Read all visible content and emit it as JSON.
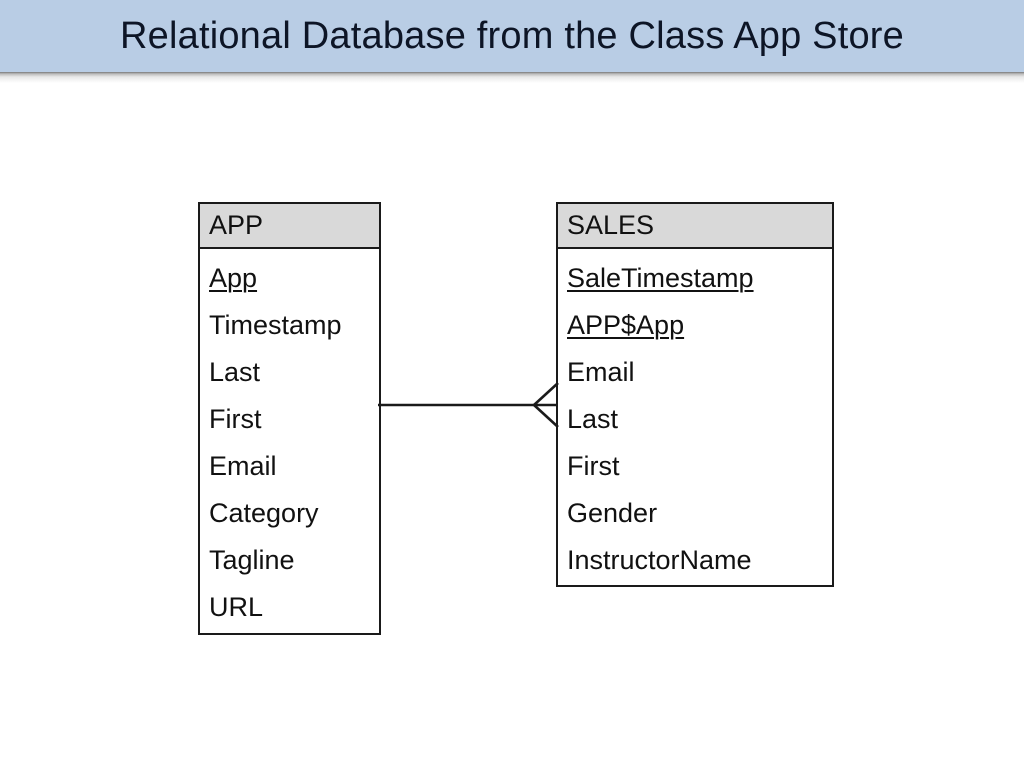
{
  "slide": {
    "title": "Relational Database from the Class App Store",
    "title_bar_color": "#b9cde5",
    "title_text_color": "#0d1526",
    "background_color": "#ffffff"
  },
  "diagram": {
    "type": "entity-relationship-diagram",
    "entity_header_fill": "#d9d9d9",
    "entity_border_color": "#1a1a1a",
    "entities": [
      {
        "name": "APP",
        "fields": [
          {
            "label": "App",
            "key": true
          },
          {
            "label": "Timestamp",
            "key": false
          },
          {
            "label": "Last",
            "key": false
          },
          {
            "label": "First",
            "key": false
          },
          {
            "label": "Email",
            "key": false
          },
          {
            "label": "Category",
            "key": false
          },
          {
            "label": "Tagline",
            "key": false
          },
          {
            "label": "URL",
            "key": false
          }
        ]
      },
      {
        "name": "SALES",
        "fields": [
          {
            "label": "SaleTimestamp",
            "key": true
          },
          {
            "label": "APP$App",
            "key": true
          },
          {
            "label": "Email",
            "key": false
          },
          {
            "label": "Last",
            "key": false
          },
          {
            "label": "First",
            "key": false
          },
          {
            "label": "Gender",
            "key": false
          },
          {
            "label": "InstructorName",
            "key": false
          }
        ]
      }
    ],
    "relationships": [
      {
        "from": "APP",
        "to": "SALES",
        "from_cardinality": "one",
        "to_cardinality": "many",
        "to_notation": "crows-foot",
        "line_color": "#1a1a1a"
      }
    ]
  }
}
